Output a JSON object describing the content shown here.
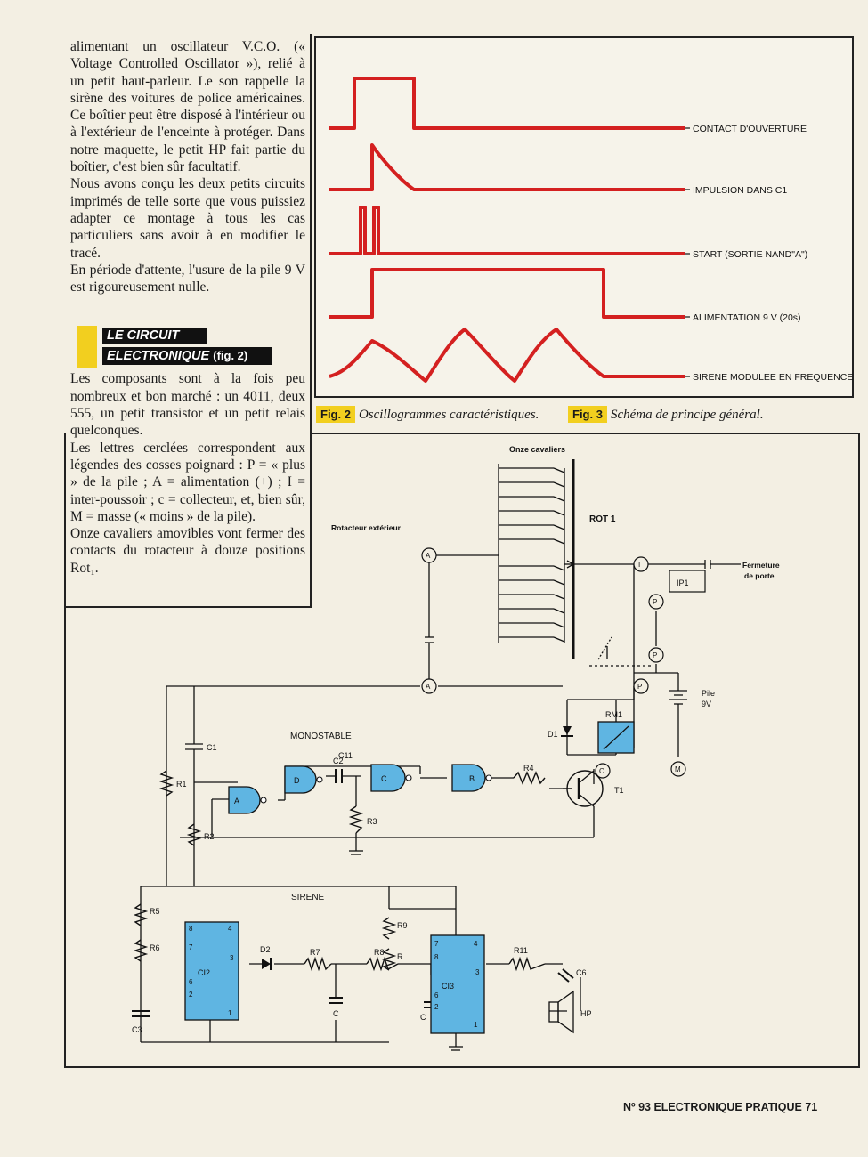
{
  "left_column": {
    "paragraphs": [
      "alimentant un oscillateur V.C.O. (« Voltage Controlled Oscillator »), relié à un petit haut-parleur. Le son rappelle la sirène des voitures de police américaines. Ce boîtier peut être disposé à l'intérieur ou à l'extérieur de l'enceinte à protéger. Dans notre maquette, le petit HP fait partie du boîtier, c'est bien sûr facultatif.",
      "Nous avons conçu les deux petits circuits imprimés de telle sorte que vous puissiez adapter ce montage à tous les cas particuliers sans avoir à en modifier le tracé.",
      "En période d'attente, l'usure de la pile 9 V est rigoureusement nulle."
    ],
    "heading_line1": "LE CIRCUIT",
    "heading_line2": "ELECTRONIQUE",
    "heading_figref": "(fig. 2)",
    "paragraphs2": [
      "Les composants sont à la fois peu nombreux et bon marché : un 4011, deux 555, un petit transistor et un petit relais quelconques.",
      "Les lettres cerclées correspondent aux légendes des cosses poignard : P = « plus » de la pile ; A = alimentation (+) ; I = inter-poussoir ; c = collecteur, et, bien sûr, M = masse (« moins » de la pile).",
      "Onze cavaliers amovibles vont fermer des contacts du rotacteur à douze positions Rot₁."
    ]
  },
  "fig2": {
    "traces": [
      "CONTACT D'OUVERTURE",
      "IMPULSION DANS C1",
      "START (SORTIE NAND\"A\")",
      "ALIMENTATION 9 V (20s)",
      "SIRENE MODULEE EN FREQUENCE"
    ],
    "label": "Fig. 2",
    "caption": "Oscillogrammes caractéristiques."
  },
  "fig3": {
    "label": "Fig. 3",
    "caption": "Schéma de principe général.",
    "labels": {
      "onze_cavaliers": "Onze cavaliers",
      "rotacteur": "Rotacteur extérieur",
      "rot1": "ROT 1",
      "fermeture1": "Fermeture",
      "fermeture2": "de porte",
      "ip1": "IP1",
      "pile1": "Pile",
      "pile2": "9V",
      "rm1": "RM1",
      "d1": "D1",
      "t1": "T1",
      "monostable": "MONOSTABLE",
      "sirene": "SIRENE",
      "c1": "C1",
      "c11": "C11",
      "c2": "C2",
      "r1": "R1",
      "r2": "R2",
      "r3": "R3",
      "r4": "R4",
      "r5": "R5",
      "r6": "R6",
      "r7": "R7",
      "r8": "R8",
      "r9": "R9",
      "r": "R",
      "r11": "R11",
      "c3": "C3",
      "c": "C",
      "c6": "C6",
      "d2": "D2",
      "hp": "HP",
      "ci2": "CI2",
      "ci3": "CI3",
      "gate_a": "A",
      "gate_b": "B",
      "gate_c": "C",
      "gate_d": "D",
      "node_a": "A",
      "node_i": "I",
      "node_p": "P",
      "node_c": "C",
      "node_m": "M"
    }
  },
  "footer": "Nº 93 ELECTRONIQUE PRATIQUE 71",
  "colors": {
    "paper": "#f3efe3",
    "trace_red": "#d42020",
    "ic_blue": "#5fb5e2",
    "highlight_yellow": "#f2cf1f",
    "ghost_text": "#a9a393"
  }
}
